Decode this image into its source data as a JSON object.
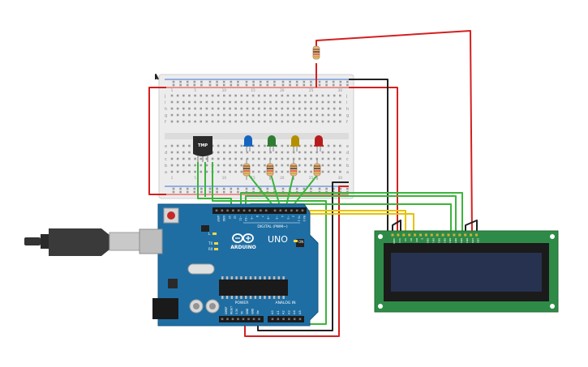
{
  "board": {
    "brand": "ARDUINO",
    "model": "UNO",
    "digital_header_label": "DIGITAL (PWM~)",
    "power_label": "POWER",
    "analog_label": "ANALOG IN",
    "tx_label": "TX",
    "rx_label": "RX",
    "l_label": "L",
    "on_label": "ON",
    "power_pins": [
      "IOREF",
      "RESET",
      "3.3V",
      "5V",
      "GND",
      "GND",
      "Vin"
    ],
    "analog_pins": [
      "A0",
      "A1",
      "A2",
      "A3",
      "A4",
      "A5"
    ],
    "top_pins": [
      "AREF",
      "GND",
      "13",
      "12",
      "~11",
      "~10",
      "~9",
      "8",
      "7",
      "~6",
      "~5",
      "4",
      "~3",
      "2",
      "TX 1",
      "RX 0"
    ]
  },
  "sensor": {
    "label": "TMP"
  },
  "breadboard": {
    "row_letters_top": [
      "j",
      "i",
      "h",
      "g",
      "f"
    ],
    "row_letters_bottom": [
      "e",
      "d",
      "c",
      "b",
      "a"
    ],
    "column_numbers": [
      "1",
      "5",
      "10",
      "15",
      "20",
      "25",
      "30"
    ]
  },
  "leds": [
    {
      "color": "#1565c0"
    },
    {
      "color": "#2e7d32"
    },
    {
      "color": "#b38f00"
    },
    {
      "color": "#b71c1c"
    }
  ],
  "lcd": {
    "pins": [
      "GND",
      "VCC",
      "V0",
      "RS",
      "RW",
      "E",
      "DB0",
      "DB1",
      "DB2",
      "DB3",
      "DB4",
      "DB5",
      "DB6",
      "DB7",
      "LED",
      "LED"
    ]
  },
  "colors": {
    "board": "#1f6ea3",
    "board_dark": "#17557f",
    "breadboard": "#ececec",
    "lcd_pcb": "#2e8b47",
    "lcd_screen": "#26324f",
    "wire_red": "#d32020",
    "wire_green": "#3cb43c",
    "wire_yellow": "#e6c200",
    "wire_black": "#222222"
  }
}
